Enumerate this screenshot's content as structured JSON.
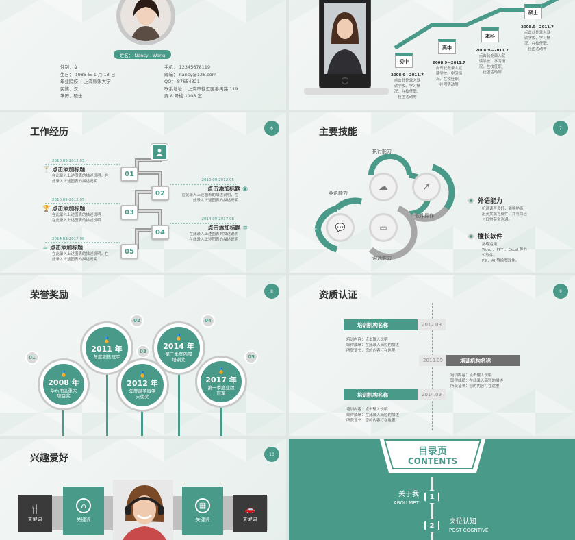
{
  "colors": {
    "accent": "#4a9a8a",
    "grey": "#9a9a9a",
    "dark": "#3a3a3a"
  },
  "profile": {
    "name": "姓名： Nancy . Wang",
    "left": [
      "性别：女",
      "生日： 1985 年 1 月 18 日",
      "毕业院校： 上海蝌蝌大学",
      "民族：汉",
      "学历：硕士"
    ],
    "right": [
      "手机： 12345678119",
      "邮箱： nancy@126.com",
      "QQ： 87654321",
      "联系地址： 上海市徐汇区番禺路 119",
      "弄 8 号楼 1108 室"
    ]
  },
  "education": {
    "steps": [
      {
        "label": "初中",
        "date": "2008.9—2011.7",
        "desc": [
          "点击此处录入就",
          "读学校、学习情",
          "况、在校任职、",
          "社团活动等"
        ]
      },
      {
        "label": "高中",
        "date": "2008.9—2011.7",
        "desc": [
          "点击此处录入就",
          "读学校、学习情",
          "况、在校任职、",
          "社团活动等"
        ]
      },
      {
        "label": "本科",
        "date": "2008.9—2011.7",
        "desc": [
          "点击此处录入就",
          "读学校、学习情",
          "况、在校任职、",
          "社团活动等"
        ]
      },
      {
        "label": "硕士",
        "date": "2008.9—2011.7",
        "desc": [
          "点击此处录入就",
          "读学校、学习情",
          "况、在校任职、",
          "社团活动等"
        ]
      }
    ]
  },
  "work": {
    "title": "工作经历",
    "page": "6",
    "items": [
      {
        "num": "01",
        "date": "2010.09-2012.05",
        "head": "点击添加标题",
        "desc": [
          "在此录入上述图表的描述说明，在",
          "此录入上述图表的描述说明"
        ]
      },
      {
        "num": "02",
        "date": "2010.09-2012.05",
        "head": "点击添加标题",
        "desc": [
          "在此录入上述图表的描述说明，在",
          "此录入上述图表的描述说明"
        ]
      },
      {
        "num": "03",
        "date": "2010.09-2012.05",
        "head": "点击添加标题",
        "desc": [
          "在此录入上述图表的描述说明",
          "在此录入上述图表的描述说明"
        ]
      },
      {
        "num": "04",
        "date": "2014.09-2017.08",
        "head": "点击添加标题",
        "desc": [
          "在此录入上述图表的描述说明",
          "在此录入上述图表的描述说明"
        ]
      },
      {
        "num": "05",
        "date": "2014.09-2017.08",
        "head": "点击添加标题",
        "desc": [
          "在此录入上述图表的描述说明，在",
          "此录入上述图表的描述说明"
        ]
      }
    ]
  },
  "skills": {
    "title": "主要技能",
    "page": "7",
    "labels": {
      "exec": "执行能力",
      "english": "英语能力",
      "software": "软件操作",
      "comm": "沟通能力"
    },
    "items": [
      {
        "head": "外语能力",
        "desc": [
          "听说读写良好，能够熟练",
          "用英文撰写邮件，并可以应",
          "付日常英文沟通。"
        ]
      },
      {
        "head": "擅长软件",
        "desc": [
          "熟练运用",
          "Word 、PPT 、Excel 等办",
          "公软件。",
          "PS 、AI 等绘图软件。"
        ]
      }
    ]
  },
  "honors": {
    "title": "荣誉奖励",
    "page": "8",
    "items": [
      {
        "num": "01",
        "year": "2008 年",
        "desc": [
          "华东地区重大",
          "项目奖"
        ]
      },
      {
        "num": "02",
        "year": "2011 年",
        "desc": [
          "年度销售冠军"
        ]
      },
      {
        "num": "03",
        "year": "2012 年",
        "desc": [
          "年度最美微笑",
          "天使奖"
        ]
      },
      {
        "num": "04",
        "year": "2014 年",
        "desc": [
          "第三季度内部",
          "培训奖"
        ]
      },
      {
        "num": "05",
        "year": "2017 年",
        "desc": [
          "第一季度业绩",
          "冠军"
        ]
      }
    ]
  },
  "certs": {
    "title": "资质认证",
    "page": "9",
    "items": [
      {
        "name": "培训机构名称",
        "date": "2012.09",
        "lines": [
          "培训内容：点击输入说明",
          "取得成绩：在此录入简短的描述",
          "所获证书：您的内容打在这里"
        ]
      },
      {
        "name": "培训机构名称",
        "date": "2013.09",
        "lines": [
          "培训内容：点击输入说明",
          "取得成绩：在此录入简短的描述",
          "所获证书：您的内容打在这里"
        ]
      },
      {
        "name": "培训机构名称",
        "date": "2014.09",
        "lines": [
          "培训内容：点击输入说明",
          "取得成绩：在此录入简短的描述",
          "所获证书：您的内容打在这里"
        ]
      }
    ]
  },
  "hobbies": {
    "title": "兴趣爱好",
    "page": "10",
    "keywords": [
      "关键词",
      "关键词",
      "关键词",
      "关键词"
    ]
  },
  "toc": {
    "title_cn": "目录页",
    "title_en": "CONTENTS",
    "items": [
      {
        "num": "1",
        "cn": "关于我",
        "en": "ABOU MET"
      },
      {
        "num": "2",
        "cn": "岗位认知",
        "en": "POST COGNTIVE"
      }
    ]
  }
}
